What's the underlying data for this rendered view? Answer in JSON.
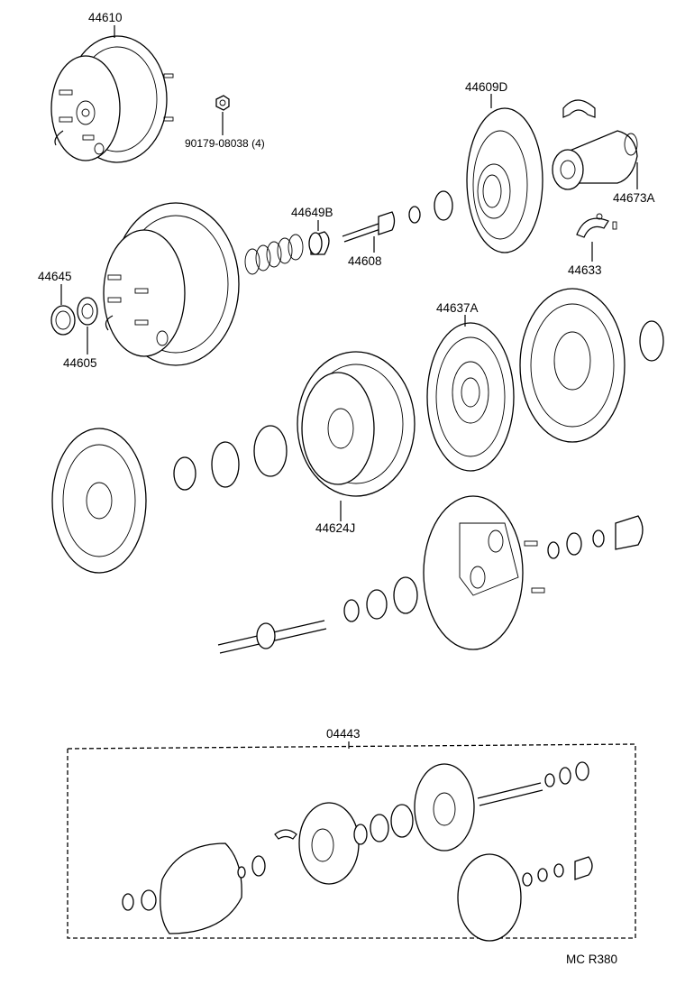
{
  "labels": {
    "booster_assy": "44610",
    "nut": "90179-08038 (4)",
    "plate_d": "44609D",
    "boot": "44673A",
    "seal_b": "44649B",
    "rod": "44608",
    "clip": "44633",
    "ring": "44645",
    "seal": "44605",
    "plate_a": "44637A",
    "piston_j": "44624J",
    "kit": "04443",
    "drawing_id": "MC R380"
  }
}
